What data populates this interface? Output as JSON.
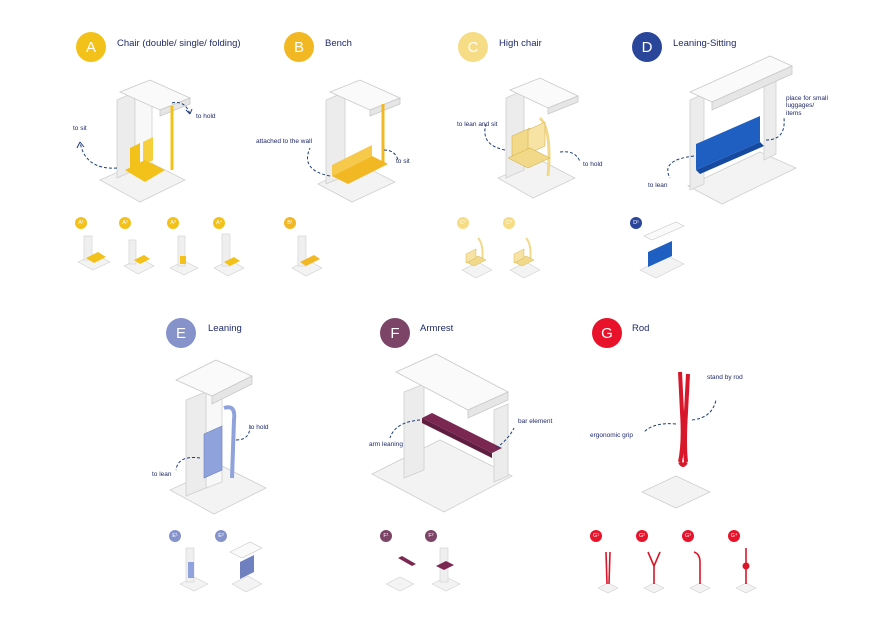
{
  "colors": {
    "A": "#f2c21b",
    "B": "#f2b824",
    "C": "#f7dc86",
    "D": "#2a469b",
    "E": "#8693cb",
    "F": "#7c4467",
    "G": "#e8132a",
    "text": "#1f2a6b",
    "arrow": "#1f3f7a",
    "seatYellow": "#f2c21b",
    "seatLight": "#f2d98a",
    "seatBlue": "#1f5fc2",
    "leanBlue": "#8fa2dc",
    "barPurple": "#7a2852",
    "rodRed": "#d8172a"
  },
  "panels": {
    "A": {
      "letter": "A",
      "title": "Chair (double/ single/ folding)",
      "note1": "to sit",
      "note2": "to hold",
      "variants": [
        "A¹",
        "A²",
        "A³",
        "A⁴"
      ]
    },
    "B": {
      "letter": "B",
      "title": "Bench",
      "note1": "attached to the wall",
      "note2": "to sit",
      "variants": [
        "B¹"
      ]
    },
    "C": {
      "letter": "C",
      "title": "High chair",
      "note1": "to lean and sit",
      "note2": "to hold",
      "variants": [
        "C¹",
        "C²"
      ]
    },
    "D": {
      "letter": "D",
      "title": "Leaning-Sitting",
      "note1": "place for small luggages/ items",
      "note2": "to lean",
      "variants": [
        "D¹"
      ]
    },
    "E": {
      "letter": "E",
      "title": "Leaning",
      "note1": "to hold",
      "note2": "to lean",
      "variants": [
        "E¹",
        "E²"
      ]
    },
    "F": {
      "letter": "F",
      "title": "Armrest",
      "note1": "bar element",
      "note2": "arm leaning",
      "variants": [
        "F¹",
        "F²"
      ]
    },
    "G": {
      "letter": "G",
      "title": "Rod",
      "note1": "stand by rod",
      "note2": "ergonomic grip",
      "variants": [
        "G¹",
        "G²",
        "G³",
        "G⁴"
      ]
    }
  }
}
